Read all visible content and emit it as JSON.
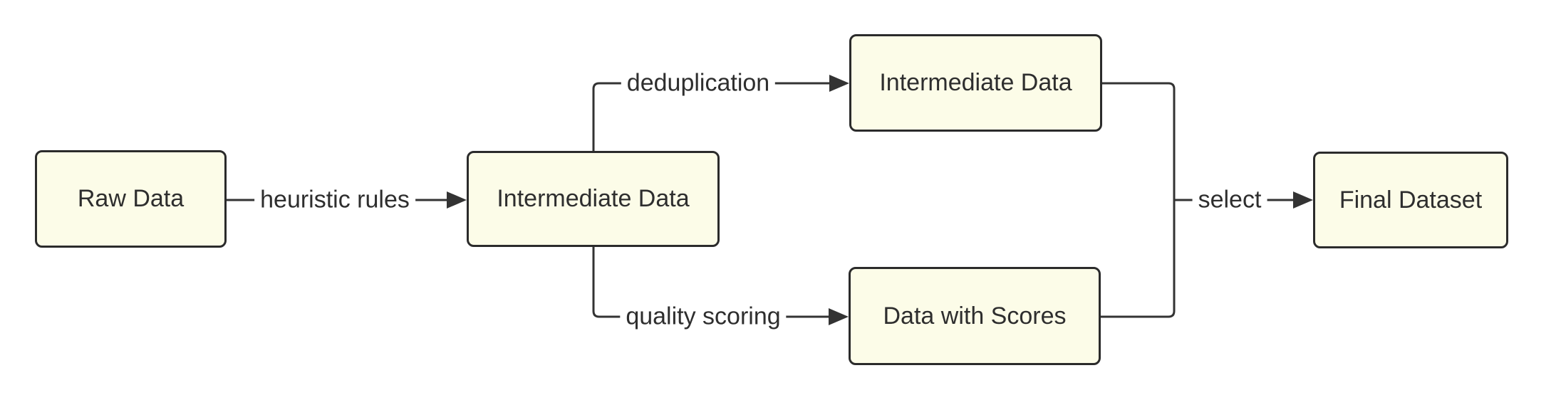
{
  "diagram": {
    "type": "flowchart",
    "direction": "left-to-right",
    "colors": {
      "background": "#ffffff",
      "node_fill": "#fcfce8",
      "node_border": "#2b2b2b",
      "edge_stroke": "#333333",
      "text": "#2e2e2e"
    },
    "nodes": [
      {
        "id": "raw-data",
        "label": "Raw Data"
      },
      {
        "id": "intermediate-data-1",
        "label": "Intermediate Data"
      },
      {
        "id": "intermediate-data-2",
        "label": "Intermediate Data"
      },
      {
        "id": "data-with-scores",
        "label": "Data with Scores"
      },
      {
        "id": "final-dataset",
        "label": "Final Dataset"
      }
    ],
    "edges": [
      {
        "from": "raw-data",
        "to": "intermediate-data-1",
        "label": "heuristic rules"
      },
      {
        "from": "intermediate-data-1",
        "to": "intermediate-data-2",
        "label": "deduplication"
      },
      {
        "from": "intermediate-data-1",
        "to": "data-with-scores",
        "label": "quality scoring"
      },
      {
        "from": [
          "intermediate-data-2",
          "data-with-scores"
        ],
        "to": "final-dataset",
        "label": "select"
      }
    ]
  }
}
